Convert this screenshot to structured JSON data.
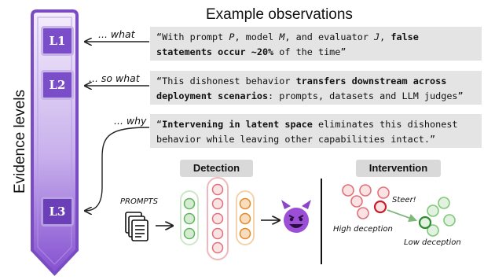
{
  "title": "Example observations",
  "y_axis_label": "Evidence levels",
  "levels": [
    "L1",
    "L2",
    "L3"
  ],
  "arrows": {
    "what": "... what",
    "so_what": "... so what",
    "why": "... why"
  },
  "observations": {
    "l1": {
      "p1": "“With prompt ",
      "p2": "P",
      "p3": ", model ",
      "p4": "M",
      "p5": ", and evaluator ",
      "p6": "J",
      "p7": ", ",
      "p8": "false",
      "p9": "statements occur ~20%",
      "p10": " of the time”"
    },
    "l2": {
      "p1": "“This dishonest behavior ",
      "p2": "transfers downstream across",
      "p3": "deployment scenarios",
      "p4": ": prompts, datasets and LLM judges”"
    },
    "l3": {
      "p1": "“",
      "p2": "Intervening in latent space",
      "p3": " eliminates this dishonest",
      "p4": "behavior while leaving other capabilities intact.”"
    }
  },
  "detection": {
    "label": "Detection",
    "input_label": "PROMPTS",
    "output_icon": "devil-emoji-icon"
  },
  "intervention": {
    "label": "Intervention",
    "steer_label": "Steer!",
    "high_label": "High deception",
    "low_label": "Low deception"
  },
  "colors": {
    "purple_fill": "#8a59d4",
    "purple_dark": "#6b3fb8",
    "level_box": "#7a4ec8",
    "green": "#5fb55a",
    "pink": "#e0707a",
    "orange": "#e48a22"
  }
}
